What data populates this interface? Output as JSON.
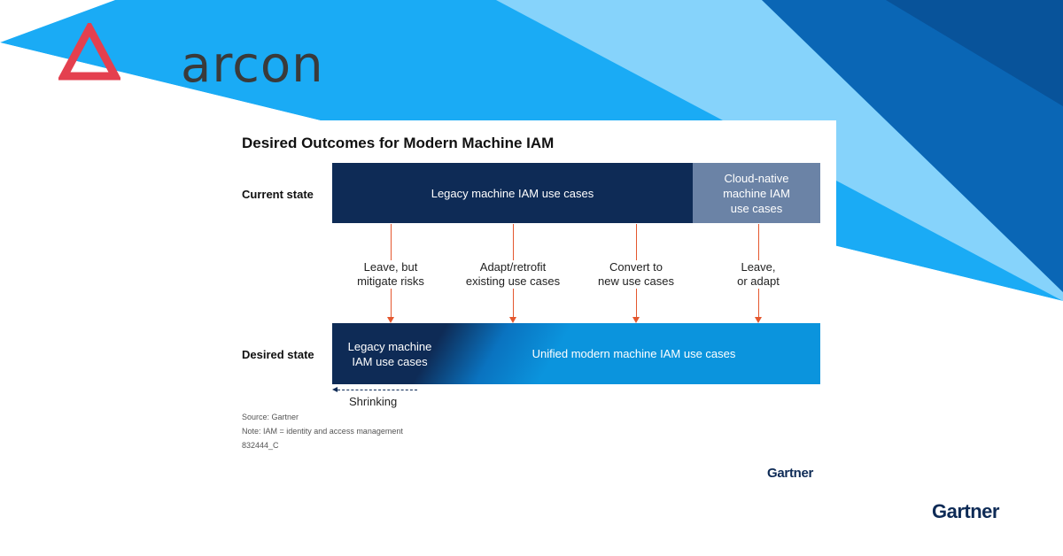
{
  "brand": {
    "logo_text": "arcon",
    "logo_color": "#e4404f",
    "partner": "Gartner"
  },
  "colors": {
    "navy": "#0e2b56",
    "slate": "#6b83a6",
    "azure": "#0b94dd",
    "arrow": "#e4572e",
    "bg_blue_1": "#1aabf5",
    "bg_blue_2": "#7fd0fb",
    "bg_blue_3": "#0a66b5"
  },
  "diagram": {
    "title": "Desired Outcomes for Modern Machine IAM",
    "current_state": {
      "label": "Current state",
      "legacy": "Legacy machine IAM use cases",
      "cloud_native": "Cloud-native machine IAM use cases"
    },
    "transitions": [
      {
        "line1": "Leave, but",
        "line2": "mitigate risks"
      },
      {
        "line1": "Adapt/retrofit",
        "line2": "existing use cases"
      },
      {
        "line1": "Convert to",
        "line2": "new use cases"
      },
      {
        "line1": "Leave,",
        "line2": "or adapt"
      }
    ],
    "desired_state": {
      "label": "Desired state",
      "legacy": "Legacy machine IAM use cases",
      "unified": "Unified modern machine IAM use cases"
    },
    "shrinking_label": "Shrinking",
    "notes": {
      "source": "Source: Gartner",
      "note": "Note: IAM = identity and access management",
      "id": "832444_C"
    }
  }
}
